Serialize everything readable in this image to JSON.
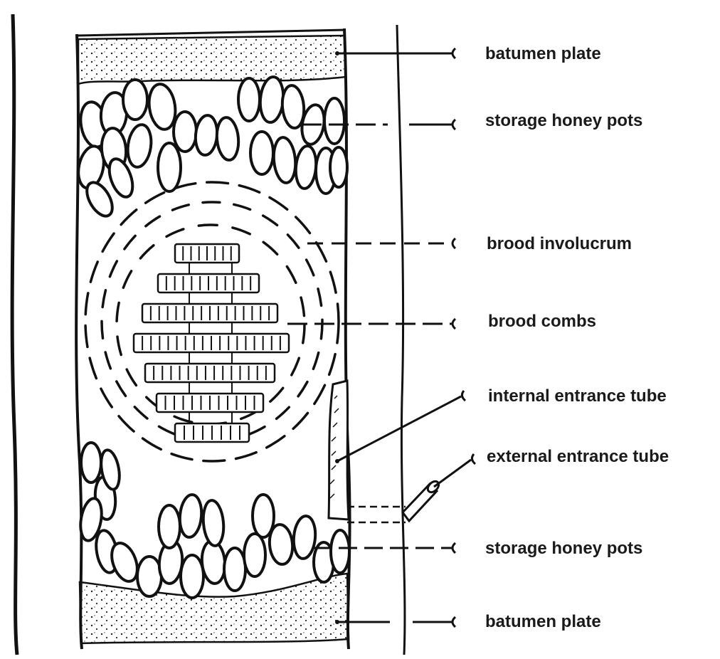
{
  "labels": {
    "batumen_top": "batumen plate",
    "honey_top": "storage honey pots",
    "involucrum": "brood involucrum",
    "combs": "brood combs",
    "internal_tube": "internal entrance tube",
    "external_tube": "external entrance tube",
    "honey_bottom": "storage honey pots",
    "batumen_bottom": "batumen plate"
  },
  "colors": {
    "ink": "#111111",
    "text": "#1a1a1a",
    "background": "#ffffff"
  }
}
